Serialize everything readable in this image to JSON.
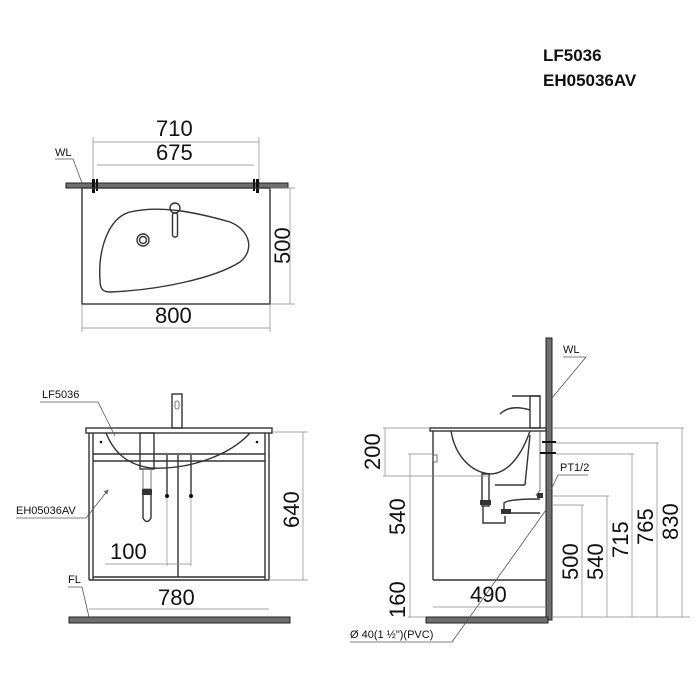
{
  "title": {
    "model_basin": "LF5036",
    "model_cabinet": "EH05036AV"
  },
  "top_view": {
    "wall_label": "WL",
    "dim_bracket_outer": "710",
    "dim_bracket_inner": "675",
    "dim_depth": "500",
    "dim_width": "800"
  },
  "front_view": {
    "label_basin": "LF5036",
    "label_cabinet": "EH05036AV",
    "floor_label": "FL",
    "dim_height": "640",
    "dim_pipe_spacing": "100",
    "dim_width": "780"
  },
  "side_view": {
    "wall_label": "WL",
    "supply_label": "PT1/2",
    "drain_label": "Ø  40(1 ½\")(PVC)",
    "dim_basin_depth": "200",
    "dim_cabinet_height": "540",
    "dim_toe_kick": "160",
    "dim_depth": "490",
    "dim_drain_height": "500",
    "dim_supply_height": "540",
    "dim_bracket_low": "715",
    "dim_bracket_high": "765",
    "dim_top_height": "830"
  }
}
